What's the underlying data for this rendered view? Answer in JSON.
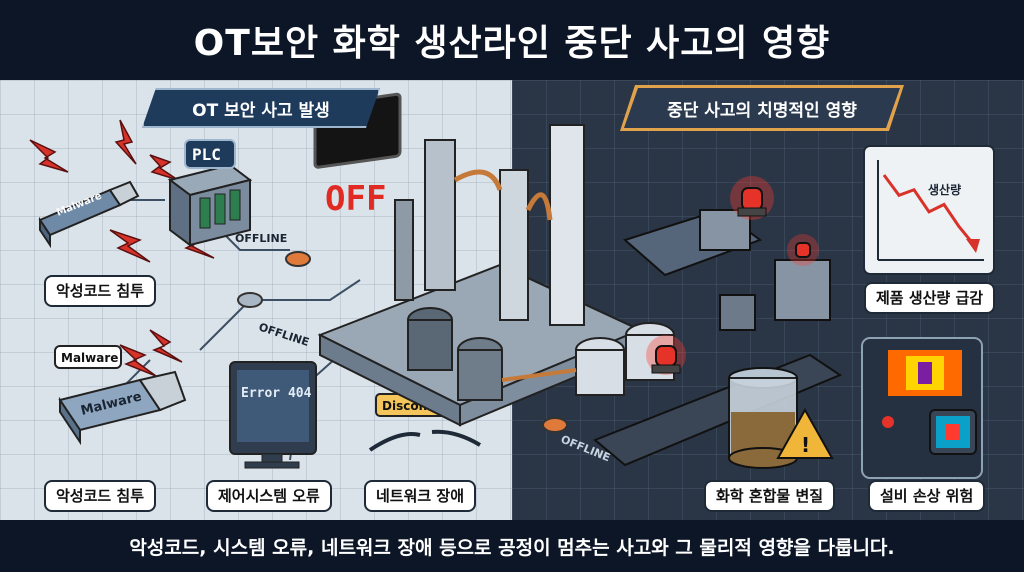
{
  "title": "OT보안 화학 생산라인 중단 사고의 영향",
  "left_header": "OT 보안 사고 발생",
  "right_header": "중단 사고의 치명적인 영향",
  "labels": {
    "malware_intrusion_1": "악성코드 침투",
    "malware_intrusion_2": "악성코드 침투",
    "control_system_error": "제어시스템 오류",
    "network_failure": "네트워크 장애",
    "production_drop": "제품 생산량 급감",
    "chemical_mixture_change": "화학 혼합물 변질",
    "equipment_damage_risk": "설비 손상 위험"
  },
  "device_text": {
    "usb_1": "Malware",
    "usb_2": "Malware",
    "malware_bubble": "Malware",
    "plc": "PLC",
    "off_sign": "OFF",
    "error_screen": "Error 404",
    "disconnected": "Disconnected",
    "offline_1": "OFFLINE",
    "offline_2": "OFFLINE",
    "offline_3": "OFFLINE",
    "chart_label": "생산량"
  },
  "chart_data": {
    "type": "line",
    "title": "",
    "series": [
      {
        "name": "생산량",
        "values": [
          88,
          66,
          72,
          48,
          56,
          32,
          12
        ]
      }
    ],
    "x": [
      1,
      2,
      3,
      4,
      5,
      6,
      7
    ],
    "ylim": [
      0,
      100
    ]
  },
  "footer": "악성코드, 시스템 오류, 네트워크 장애 등으로 공정이 멈추는 사고와 그 물리적 영향을 다룹니다.",
  "colors": {
    "title_bg": "#0c1626",
    "left_panel": "#dbe3ea",
    "right_panel": "#2a3545",
    "alert_red": "#d8332a",
    "accent_orange": "#e0a24a",
    "chart_line": "#d8332a"
  }
}
